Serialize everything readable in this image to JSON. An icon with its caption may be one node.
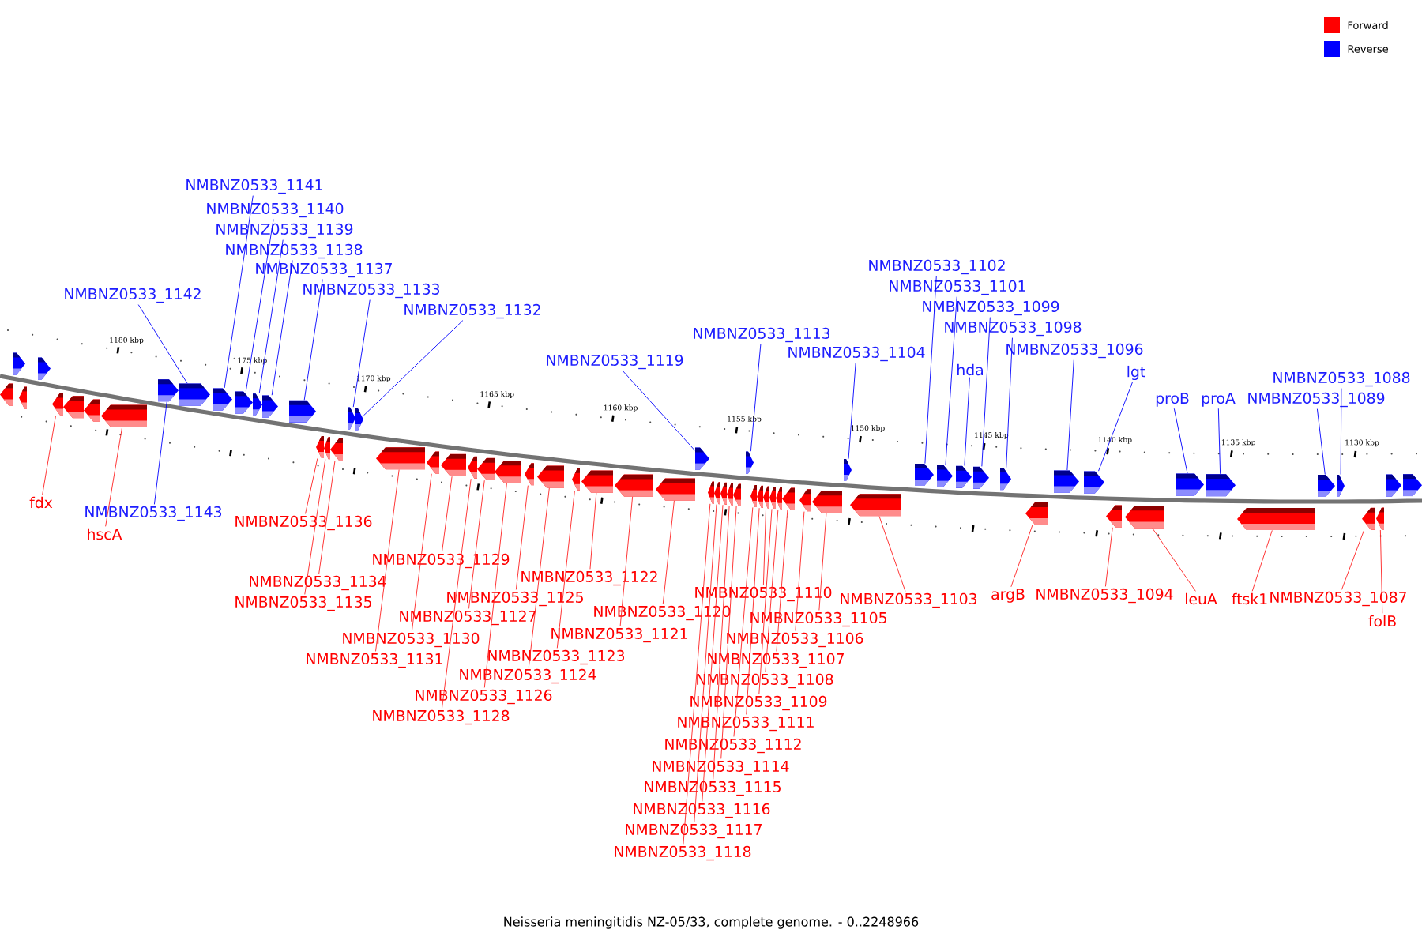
{
  "diagram": {
    "caption": "Neisseria meningitidis NZ-05/33, complete genome. - 0..2248966",
    "nodes": [
      {
        "text": [
          "fdx"
        ]
      },
      {
        "text": [],
        "shape": "arrow"
      },
      {
        "text": [
          "hscA"
        ]
      },
      {
        "text": [],
        "shape": "arrow"
      },
      {
        "text": [
          "NMBNZ0533_1143"
        ]
      },
      {
        "text": [],
        "shape": "arrow"
      },
      {
        "text": [
          "NMBNZ0533_1142"
        ]
      },
      {
        "text": [],
        "shape": "arrow"
      },
      {
        "text": [
          "NMBNZ0533_1141"
        ]
      },
      {
        "text": [],
        "shape": "arrow"
      },
      {
        "text": [
          "NMBNZ0533_1140"
        ]
      },
      {
        "text": [],
        "shape": "arrow"
      },
      {
        "text": [
          "NMBNZ0533_1139"
        ]
      },
      {
        "text": [],
        "shape": "arrow"
      },
      {
        "text": [
          "NMBNZ0533_1138"
        ]
      },
      {
        "text": [],
        "shape": "arrow"
      },
      {
        "text": [
          "NMBNZ0533_1137"
        ]
      },
      {
        "text": [],
        "shape": "arrow"
      },
      {
        "text": [
          "NMBNZ0533_1136"
        ]
      },
      {
        "text": [],
        "shape": "arrow"
      },
      {
        "text": [
          "NMBNZ0533_1135"
        ]
      },
      {
        "text": [],
        "shape": "arrow"
      },
      {
        "text": [
          "NMBNZ0533_1134"
        ]
      },
      {
        "text": [],
        "shape": "arrow"
      },
      {
        "text": [
          "NMBNZ0533_1133"
        ]
      },
      {
        "text": [],
        "shape": "arrow"
      },
      {
        "text": [
          "NMBNZ0533_1132"
        ]
      },
      {
        "text": [],
        "shape": "arrow"
      },
      {
        "text": [
          "NMBNZ0533_1131"
        ]
      },
      {
        "text": [],
        "shape": "arrow"
      },
      {
        "text": [
          "NMBNZ0533_1130"
        ]
      },
      {
        "text": [],
        "shape": "arrow"
      },
      {
        "text": [
          "NMBNZ0533_1129"
        ]
      },
      {
        "text": [],
        "shape": "arrow"
      },
      {
        "text": [
          "NMBNZ0533_1128"
        ]
      },
      {
        "text": [],
        "shape": "arrow"
      },
      {
        "text": [
          "NMBNZ0533_1127"
        ]
      },
      {
        "text": [],
        "shape": "arrow"
      },
      {
        "text": [
          "NMBNZ0533_1126"
        ]
      },
      {
        "text": [],
        "shape": "arrow"
      },
      {
        "text": [
          "NMBNZ0533_1125"
        ]
      },
      {
        "text": [],
        "shape": "arrow"
      },
      {
        "text": [
          "NMBNZ0533_1124"
        ]
      },
      {
        "text": [],
        "shape": "arrow"
      },
      {
        "text": [
          "NMBNZ0533_1123"
        ]
      },
      {
        "text": [],
        "shape": "arrow"
      },
      {
        "text": [
          "NMBNZ0533_1122"
        ]
      },
      {
        "text": [],
        "shape": "arrow"
      },
      {
        "text": [
          "NMBNZ0533_1121"
        ]
      },
      {
        "text": [],
        "shape": "arrow"
      },
      {
        "text": [
          "NMBNZ0533_1120"
        ]
      },
      {
        "text": [],
        "shape": "arrow"
      },
      {
        "text": [
          "NMBNZ0533_1119"
        ]
      },
      {
        "text": [],
        "shape": "arrow"
      },
      {
        "text": [
          "NMBNZ0533_1118"
        ]
      },
      {
        "text": [],
        "shape": "arrow"
      },
      {
        "text": [
          "NMBNZ0533_1117"
        ]
      },
      {
        "text": [],
        "shape": "arrow"
      },
      {
        "text": [
          "NMBNZ0533_1116"
        ]
      },
      {
        "text": [],
        "shape": "arrow"
      },
      {
        "text": [
          "NMBNZ0533_1115"
        ]
      },
      {
        "text": [],
        "shape": "arrow"
      },
      {
        "text": [
          "NMBNZ0533_1114"
        ]
      },
      {
        "text": [],
        "shape": "arrow"
      },
      {
        "text": [
          "NMBNZ0533_1113"
        ]
      },
      {
        "text": [],
        "shape": "arrow"
      },
      {
        "text": [
          "NMBNZ0533_1112"
        ]
      },
      {
        "text": [],
        "shape": "arrow"
      },
      {
        "text": [
          "NMBNZ0533_1111"
        ]
      },
      {
        "text": [],
        "shape": "arrow"
      },
      {
        "text": [
          "NMBNZ0533_1110"
        ]
      },
      {
        "text": [],
        "shape": "arrow"
      },
      {
        "text": [
          "NMBNZ0533_1109"
        ]
      },
      {
        "text": [],
        "shape": "arrow"
      },
      {
        "text": [
          "NMBNZ0533_1108"
        ]
      },
      {
        "text": [],
        "shape": "arrow"
      },
      {
        "text": [
          "NMBNZ0533_1107"
        ]
      },
      {
        "text": [],
        "shape": "arrow"
      },
      {
        "text": [
          "NMBNZ0533_1106"
        ]
      },
      {
        "text": [],
        "shape": "arrow"
      },
      {
        "text": [
          "NMBNZ0533_1105"
        ]
      },
      {
        "text": [],
        "shape": "arrow"
      },
      {
        "text": [
          "NMBNZ0533_1104"
        ]
      },
      {
        "text": [],
        "shape": "arrow"
      },
      {
        "text": [
          "NMBNZ0533_1103"
        ]
      },
      {
        "text": [],
        "shape": "arrow"
      },
      {
        "text": [
          "NMBNZ0533_1102"
        ]
      },
      {
        "text": [],
        "shape": "arrow"
      },
      {
        "text": [
          "NMBNZ0533_1101"
        ]
      },
      {
        "text": [],
        "shape": "arrow"
      },
      {
        "text": [
          "hda"
        ]
      },
      {
        "text": [],
        "shape": "arrow"
      },
      {
        "text": [
          "NMBNZ0533_1099"
        ]
      },
      {
        "text": [],
        "shape": "arrow"
      },
      {
        "text": [
          "NMBNZ0533_1098"
        ]
      },
      {
        "text": [],
        "shape": "arrow"
      },
      {
        "text": [
          "argB"
        ]
      },
      {
        "text": [],
        "shape": "arrow"
      },
      {
        "text": [
          "NMBNZ0533_1096"
        ]
      },
      {
        "text": [],
        "shape": "arrow"
      },
      {
        "text": [
          "lgt"
        ]
      },
      {
        "text": [],
        "shape": "arrow"
      },
      {
        "text": [
          "NMBNZ0533_1094"
        ]
      },
      {
        "text": [],
        "shape": "arrow"
      },
      {
        "text": [
          "leuA"
        ]
      },
      {
        "text": [],
        "shape": "arrow"
      },
      {
        "text": [
          "proB"
        ]
      },
      {
        "text": [],
        "shape": "arrow"
      },
      {
        "text": [
          "proA"
        ]
      },
      {
        "text": [],
        "shape": "arrow"
      },
      {
        "text": [
          "ftsk1"
        ]
      },
      {
        "text": [],
        "shape": "arrow"
      },
      {
        "text": [
          "NMBNZ0533_1089"
        ]
      },
      {
        "text": [],
        "shape": "arrow"
      },
      {
        "text": [
          "NMBNZ0533_1088"
        ]
      },
      {
        "text": [],
        "shape": "arrow"
      },
      {
        "text": [
          "NMBNZ0533_1087"
        ]
      },
      {
        "text": [],
        "shape": "arrow"
      },
      {
        "text": [
          "folB"
        ]
      },
      {
        "text": [],
        "shape": "arrow"
      },
      {
        "text": [],
        "shape": "arrow"
      },
      {
        "text": [],
        "shape": "arrow"
      },
      {
        "text": [],
        "shape": "arrow"
      },
      {
        "text": [],
        "shape": "arrow"
      },
      {
        "text": [],
        "shape": "arrow"
      },
      {
        "text": [],
        "shape": "arrow"
      },
      {
        "text": [],
        "shape": "arrow"
      },
      {
        "text": [],
        "shape": "arrow"
      }
    ],
    "edges": [
      {
        "from": 0,
        "to": 1,
        "arrow": "none"
      },
      {
        "from": 2,
        "to": 3,
        "arrow": "none"
      },
      {
        "from": 4,
        "to": 5,
        "arrow": "none",
        "color": "#0000ff"
      },
      {
        "from": 6,
        "to": 7,
        "arrow": "none",
        "color": "#0000ff"
      },
      {
        "from": 8,
        "to": 9,
        "arrow": "none",
        "color": "#0000ff"
      },
      {
        "from": 10,
        "to": 11,
        "arrow": "none",
        "color": "#0000ff"
      },
      {
        "from": 12,
        "to": 13,
        "arrow": "none",
        "color": "#0000ff"
      },
      {
        "from": 14,
        "to": 15,
        "arrow": "none",
        "color": "#0000ff"
      },
      {
        "from": 16,
        "to": 17,
        "arrow": "none",
        "color": "#0000ff"
      },
      {
        "from": 18,
        "to": 19,
        "arrow": "none"
      },
      {
        "from": 20,
        "to": 21,
        "arrow": "none"
      },
      {
        "from": 22,
        "to": 23,
        "arrow": "none"
      },
      {
        "from": 24,
        "to": 25,
        "arrow": "none",
        "color": "#0000ff"
      },
      {
        "from": 26,
        "to": 27,
        "arrow": "none",
        "color": "#0000ff"
      },
      {
        "from": 28,
        "to": 29,
        "arrow": "none"
      },
      {
        "from": 30,
        "to": 31,
        "arrow": "none"
      },
      {
        "from": 32,
        "to": 33,
        "arrow": "none"
      },
      {
        "from": 34,
        "to": 35,
        "arrow": "none"
      },
      {
        "from": 36,
        "to": 37,
        "arrow": "none"
      },
      {
        "from": 38,
        "to": 39,
        "arrow": "none"
      },
      {
        "from": 40,
        "to": 41,
        "arrow": "none"
      },
      {
        "from": 42,
        "to": 43,
        "arrow": "none"
      },
      {
        "from": 44,
        "to": 45,
        "arrow": "none"
      },
      {
        "from": 46,
        "to": 47,
        "arrow": "none"
      },
      {
        "from": 48,
        "to": 49,
        "arrow": "none"
      },
      {
        "from": 50,
        "to": 51,
        "arrow": "none"
      },
      {
        "from": 52,
        "to": 53,
        "arrow": "none",
        "color": "#0000ff"
      },
      {
        "from": 54,
        "to": 55,
        "arrow": "none"
      },
      {
        "from": 56,
        "to": 57,
        "arrow": "none"
      },
      {
        "from": 58,
        "to": 59,
        "arrow": "none"
      },
      {
        "from": 60,
        "to": 61,
        "arrow": "none"
      },
      {
        "from": 62,
        "to": 63,
        "arrow": "none"
      },
      {
        "from": 64,
        "to": 65,
        "arrow": "none",
        "color": "#0000ff"
      },
      {
        "from": 66,
        "to": 67,
        "arrow": "none"
      },
      {
        "from": 68,
        "to": 69,
        "arrow": "none"
      },
      {
        "from": 70,
        "to": 71,
        "arrow": "none"
      },
      {
        "from": 72,
        "to": 73,
        "arrow": "none"
      },
      {
        "from": 74,
        "to": 75,
        "arrow": "none"
      },
      {
        "from": 76,
        "to": 77,
        "arrow": "none"
      },
      {
        "from": 78,
        "to": 79,
        "arrow": "none"
      },
      {
        "from": 80,
        "to": 81,
        "arrow": "none"
      },
      {
        "from": 82,
        "to": 83,
        "arrow": "none",
        "color": "#0000ff"
      },
      {
        "from": 84,
        "to": 85,
        "arrow": "none"
      },
      {
        "from": 86,
        "to": 87,
        "arrow": "none",
        "color": "#0000ff"
      },
      {
        "from": 88,
        "to": 89,
        "arrow": "none",
        "color": "#0000ff"
      },
      {
        "from": 90,
        "to": 91,
        "arrow": "none",
        "color": "#0000ff"
      },
      {
        "from": 92,
        "to": 93,
        "arrow": "none",
        "color": "#0000ff"
      },
      {
        "from": 94,
        "to": 95,
        "arrow": "none",
        "color": "#0000ff"
      },
      {
        "from": 96,
        "to": 97,
        "arrow": "none"
      },
      {
        "from": 98,
        "to": 99,
        "arrow": "none",
        "color": "#0000ff"
      },
      {
        "from": 100,
        "to": 101,
        "arrow": "none",
        "color": "#0000ff"
      },
      {
        "from": 102,
        "to": 103,
        "arrow": "none"
      },
      {
        "from": 104,
        "to": 105,
        "arrow": "none"
      },
      {
        "from": 106,
        "to": 107,
        "arrow": "none",
        "color": "#0000ff"
      },
      {
        "from": 108,
        "to": 109,
        "arrow": "none",
        "color": "#0000ff"
      },
      {
        "from": 110,
        "to": 111,
        "arrow": "none"
      },
      {
        "from": 112,
        "to": 113,
        "arrow": "none",
        "color": "#0000ff"
      },
      {
        "from": 114,
        "to": 115,
        "arrow": "none",
        "color": "#0000ff"
      },
      {
        "from": 116,
        "to": 117,
        "arrow": "none"
      },
      {
        "from": 118,
        "to": 119,
        "arrow": "none"
      }
    ],
    "labels": [
      "1180 kbp",
      "1175 kbp",
      "1170 kbp",
      "1165 kbp",
      "1160 kbp",
      "1155 kbp",
      "1150 kbp",
      "1145 kbp",
      "1140 kbp",
      "1135 kbp",
      "1130 kbp"
    ],
    "legend": [
      {
        "text": "Forward",
        "color": "#ff0000"
      },
      {
        "text": "Reverse",
        "color": "#0000ff"
      }
    ]
  }
}
